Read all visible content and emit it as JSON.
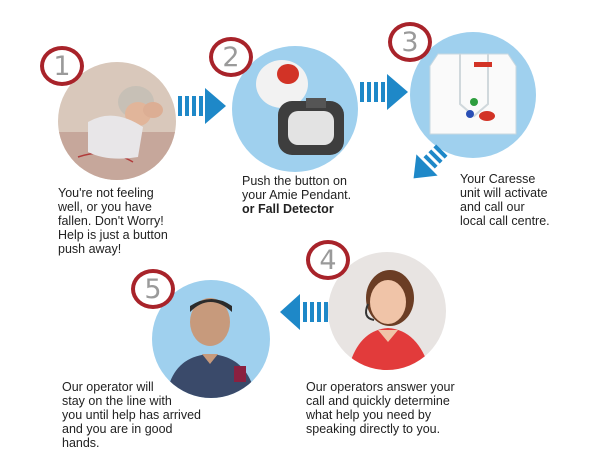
{
  "steps": [
    {
      "number": "1",
      "lines": [
        "You're not feeling",
        "well, or you have",
        "fallen. Don't Worry!",
        "Help is just a button",
        "push away!"
      ]
    },
    {
      "number": "2",
      "lines": [
        "Push the button on",
        "your Amie Pendant."
      ],
      "extra": "or Fall Detector"
    },
    {
      "number": "3",
      "lines": [
        "Your Caresse",
        "unit will activate",
        "and call our",
        "local call centre."
      ]
    },
    {
      "number": "4",
      "lines": [
        "Our operators answer your",
        "call and quickly determine",
        "what help you need by",
        "speaking directly to you."
      ]
    },
    {
      "number": "5",
      "lines": [
        "Our operator will",
        "stay on the line with",
        "you until help has arrived",
        "and you are in good",
        "hands."
      ]
    }
  ],
  "colors": {
    "badge_ring": "#a8232a",
    "arrow_blue": "#1e88c8",
    "circle_blue": "#8ac6e8"
  }
}
